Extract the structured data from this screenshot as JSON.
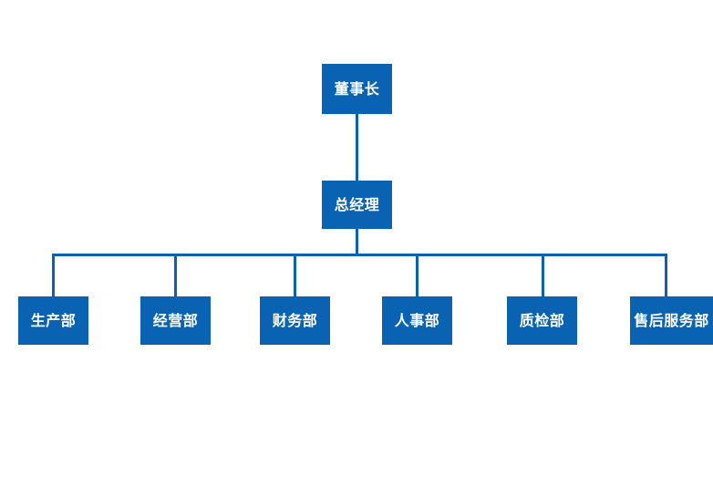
{
  "diagram": {
    "type": "organizational-chart",
    "title": "",
    "colors": {
      "node_fill": "#0a63b2",
      "node_text": "#ffffff",
      "connector": "#0a63b2",
      "background": "#ffffff"
    },
    "levels": [
      {
        "level": 1,
        "nodes": [
          {
            "id": "chairman",
            "label": "董事长"
          }
        ]
      },
      {
        "level": 2,
        "nodes": [
          {
            "id": "general-manager",
            "label": "总经理"
          }
        ]
      },
      {
        "level": 3,
        "nodes": [
          {
            "id": "production",
            "label": "生产部"
          },
          {
            "id": "operations",
            "label": "经营部"
          },
          {
            "id": "finance",
            "label": "财务部"
          },
          {
            "id": "human-resources",
            "label": "人事部"
          },
          {
            "id": "quality-inspection",
            "label": "质检部"
          },
          {
            "id": "after-sales-service",
            "label": "售后服务部"
          }
        ]
      }
    ]
  }
}
